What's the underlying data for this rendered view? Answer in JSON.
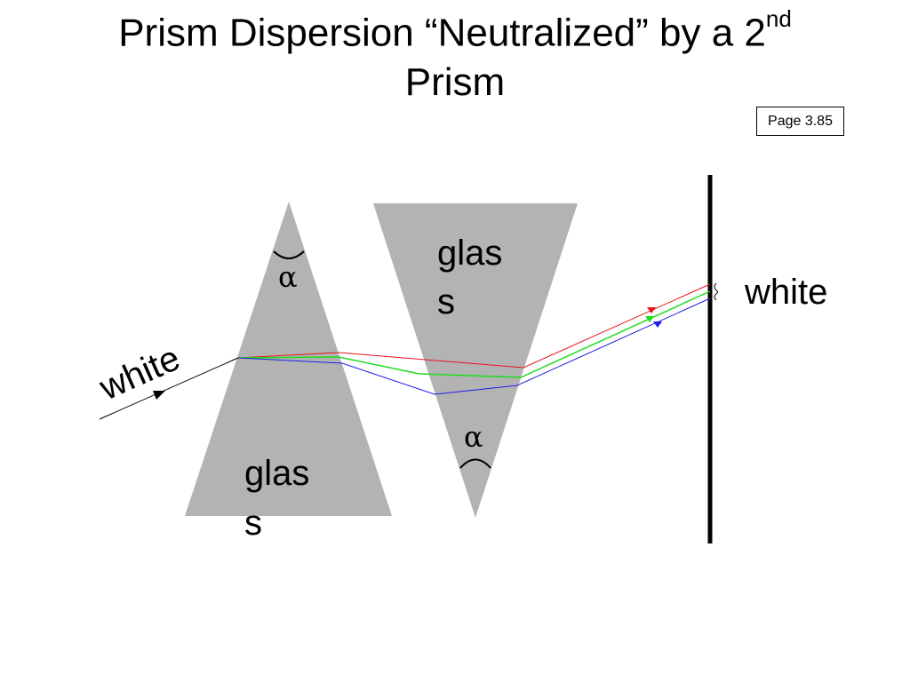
{
  "slide": {
    "title_line1": "Prism Dispersion “Neutralized” by a 2",
    "title_sup": "nd",
    "title_line2": "Prism",
    "page_ref": "Page 3.85"
  },
  "diagram": {
    "incoming_label": "white",
    "outgoing_label": "white",
    "prism1": {
      "label_line1": "glas",
      "label_line2": "s",
      "angle_label": "α"
    },
    "prism2": {
      "label_line1": "glas",
      "label_line2": "s",
      "angle_label": "α"
    },
    "colors": {
      "glass": "#b3b3b3",
      "red_ray": "#e8141e",
      "green_ray": "#1edc1e",
      "blue_ray": "#1e1ee6"
    }
  }
}
